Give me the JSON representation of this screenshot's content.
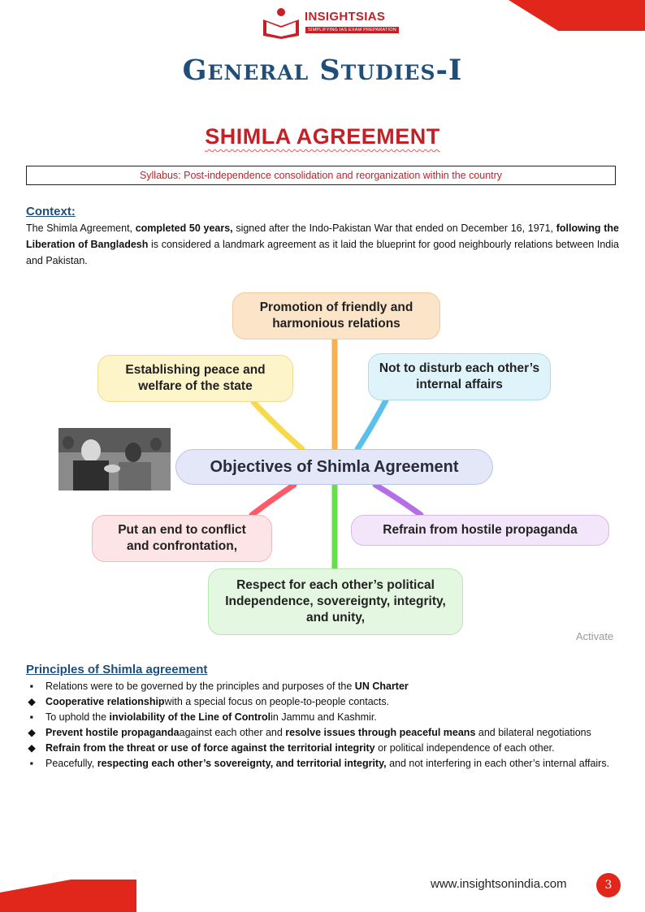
{
  "brand": {
    "name": "INSIGHTSIAS",
    "tagline": "SIMPLIFYING IAS EXAM PREPARATION",
    "accent_color": "#e1271b",
    "title_color": "#1f4e79"
  },
  "header": {
    "title": "General Studies-I"
  },
  "topic": {
    "title": "SHIMLA AGREEMENT",
    "syllabus": "Syllabus: Post-independence consolidation and reorganization within the country"
  },
  "context": {
    "heading": "Context:",
    "p1": "The Shimla Agreement, ",
    "b1": "completed 50 years,",
    "p2": " signed after the Indo-Pakistan War that ended on December 16, 1971, ",
    "b2": "following the Liberation of Bangladesh",
    "p3": " is considered a landmark agreement as it laid the blueprint for good neighbourly relations between India and Pakistan."
  },
  "mindmap": {
    "center": "Objectives of Shimla Agreement",
    "nodes": [
      {
        "label": "Promotion of friendly and harmonious relations",
        "color": "#fce4c8"
      },
      {
        "label": "Not to disturb each other’s internal affairs",
        "color": "#dff3fb"
      },
      {
        "label": "Refrain from hostile propaganda",
        "color": "#f3e6fa"
      },
      {
        "label": "Respect for each other’s political Independence, sovereignty, integrity, and unity,",
        "color": "#e4f8e1"
      },
      {
        "label": "Put an end to conflict and confrontation,",
        "color": "#fde4e6"
      },
      {
        "label": "Establishing peace and welfare of the state",
        "color": "#fdf5c9"
      }
    ]
  },
  "watermark": "Activate",
  "principles": {
    "heading": "Principles of Shimla agreement",
    "items": [
      {
        "bullet": "▪",
        "parts": [
          [
            "Relations were to be governed by the principles and purposes of the ",
            false
          ],
          [
            "UN Charter",
            true
          ]
        ]
      },
      {
        "bullet": "◆",
        "parts": [
          [
            "Cooperative relationship",
            true
          ],
          [
            "with a special focus on people-to-people contacts.",
            false
          ]
        ]
      },
      {
        "bullet": "▪",
        "parts": [
          [
            "To uphold the ",
            false
          ],
          [
            "inviolability of the Line of Control",
            true
          ],
          [
            "in Jammu and Kashmir.",
            false
          ]
        ]
      },
      {
        "bullet": "◆",
        "parts": [
          [
            "Prevent hostile propaganda",
            true
          ],
          [
            "against each other and ",
            false
          ],
          [
            "resolve issues through peaceful means",
            true
          ],
          [
            " and bilateral negotiations",
            false
          ]
        ]
      },
      {
        "bullet": "◆",
        "parts": [
          [
            "Refrain from the threat or use of force against the territorial integrity",
            true
          ],
          [
            " or political independence of each other.",
            false
          ]
        ]
      },
      {
        "bullet": "▪",
        "parts": [
          [
            "Peacefully, ",
            false
          ],
          [
            "respecting each other’s sovereignty, and territorial integrity,",
            true
          ],
          [
            " and not interfering in each other’s internal affairs.",
            false
          ]
        ]
      }
    ]
  },
  "footer": {
    "url": "www.insightsonindia.com",
    "page": "3"
  }
}
